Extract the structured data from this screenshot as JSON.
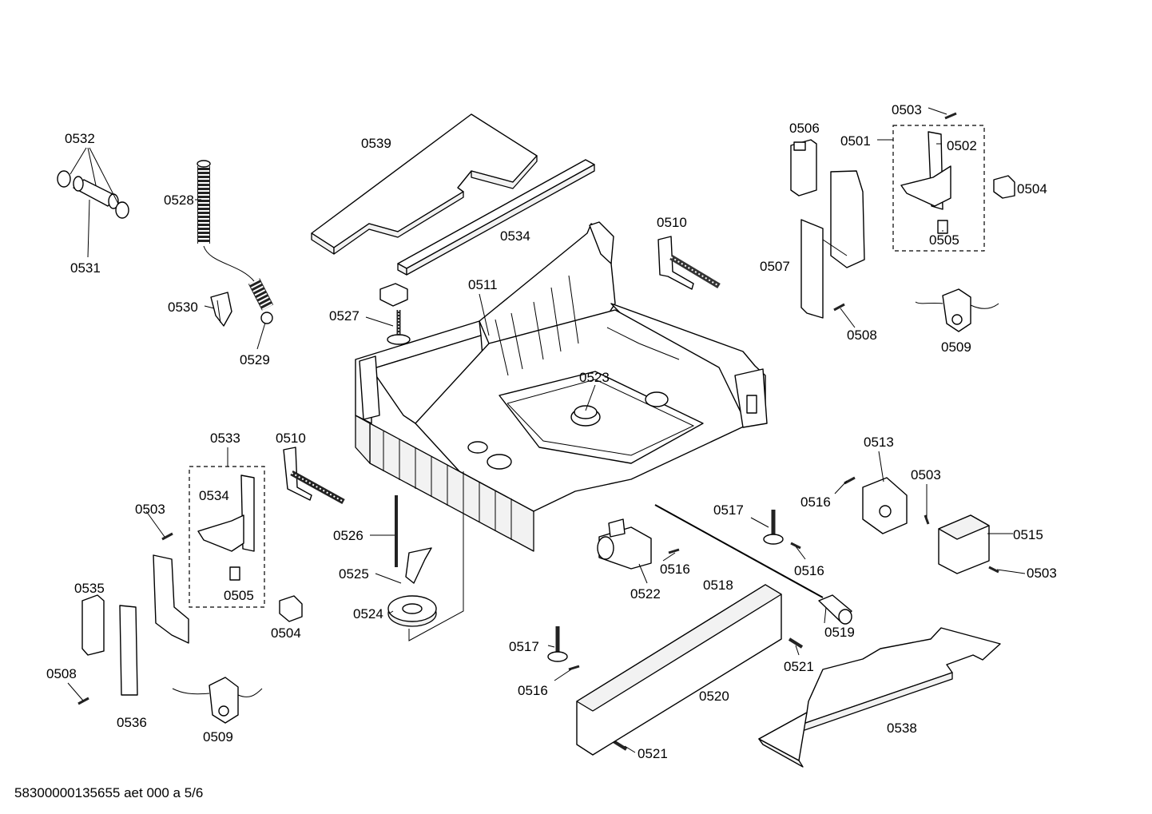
{
  "footer": "58300000135655 aet 000 a 5/6",
  "labels": {
    "l0532": "0532",
    "l0531": "0531",
    "l0528": "0528",
    "l0530": "0530",
    "l0529": "0529",
    "l0539": "0539",
    "l0534a": "0534",
    "l0527": "0527",
    "l0511": "0511",
    "l0510a": "0510",
    "l0523": "0523",
    "l0506": "0506",
    "l0501": "0501",
    "l0503a": "0503",
    "l0502": "0502",
    "l0504a": "0504",
    "l0505a": "0505",
    "l0507": "0507",
    "l0508a": "0508",
    "l0509a": "0509",
    "l0533": "0533",
    "l0510b": "0510",
    "l0503b": "0503",
    "l0534b": "0534",
    "l0505b": "0505",
    "l0535": "0535",
    "l0504b": "0504",
    "l0508b": "0508",
    "l0536": "0536",
    "l0509b": "0509",
    "l0526": "0526",
    "l0525": "0525",
    "l0524": "0524",
    "l0513": "0513",
    "l0516a": "0516",
    "l0503c": "0503",
    "l0515": "0515",
    "l0503d": "0503",
    "l0517a": "0517",
    "l0516b": "0516",
    "l0516c": "0516",
    "l0522": "0522",
    "l0518": "0518",
    "l0519": "0519",
    "l0517b": "0517",
    "l0516d": "0516",
    "l0521a": "0521",
    "l0520": "0520",
    "l0521b": "0521",
    "l0538": "0538"
  }
}
